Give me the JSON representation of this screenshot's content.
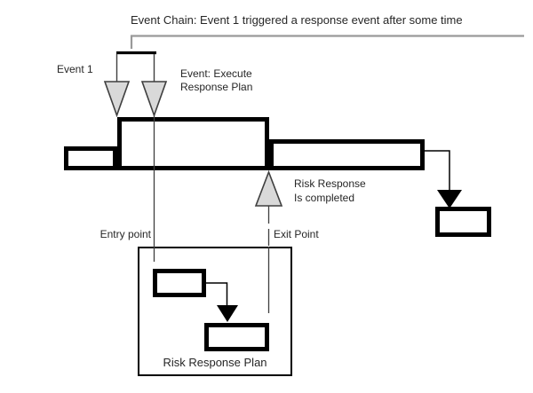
{
  "diagram": {
    "title": "Event Chain: Event 1 triggered a response event after some time",
    "labels": {
      "event1": "Event 1",
      "execute_line1": "Event: Execute",
      "execute_line2": "Response Plan",
      "risk_completed_line1": "Risk Response",
      "risk_completed_line2": "Is completed",
      "entry_point": "Entry point",
      "exit_point": "Exit Point",
      "plan_box_caption": "Risk Response Plan"
    },
    "colors": {
      "bar_border": "#000000",
      "bar_fill": "#ffffff",
      "event_triangle_fill": "#d9d9d9",
      "event_triangle_stroke": "#3f3f3f",
      "bracket_line": "#999999",
      "connector": "#000000",
      "text": "#262626"
    }
  }
}
